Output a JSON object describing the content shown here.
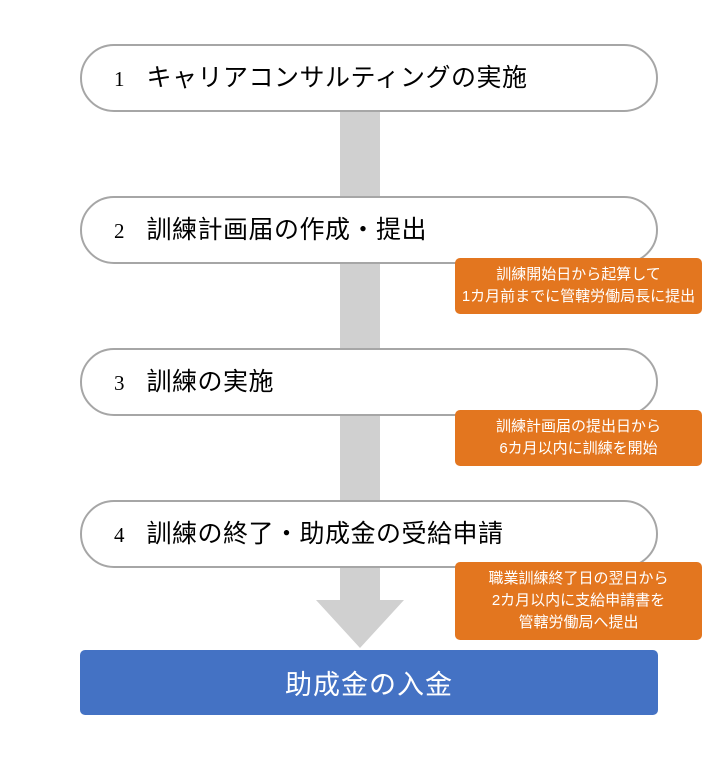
{
  "diagram": {
    "title_visible": false,
    "colors": {
      "step_border": "#a6a6a6",
      "step_fill": "#ffffff",
      "arrow_fill": "#d0d0d0",
      "callout_fill": "#e3761f",
      "callout_text": "#ffffff",
      "final_fill": "#4472c4",
      "final_text": "#ffffff",
      "connector": "#a6a6a6"
    },
    "steps": [
      {
        "number": "1",
        "label": "キャリアコンサルティングの実施"
      },
      {
        "number": "2",
        "label": "訓練計画届の作成・提出"
      },
      {
        "number": "3",
        "label": "訓練の実施"
      },
      {
        "number": "4",
        "label": "訓練の終了・助成金の受給申請"
      }
    ],
    "callouts": [
      {
        "lines": [
          "訓練開始日から起算して",
          "1カ月前までに管轄労働局長に提出"
        ]
      },
      {
        "lines": [
          "訓練計画届の提出日から",
          "6カ月以内に訓練を開始"
        ]
      },
      {
        "lines": [
          "職業訓練終了日の翌日から",
          "2カ月以内に支給申請書を",
          "管轄労働局へ提出"
        ]
      }
    ],
    "final": {
      "label": "助成金の入金"
    },
    "flow_arrow": {
      "direction": "down",
      "shape": "block-arrow"
    }
  }
}
